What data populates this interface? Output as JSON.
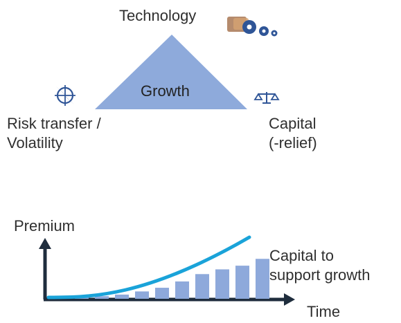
{
  "top_diagram": {
    "technology_label": "Technology",
    "growth_label": "Growth",
    "risk_label_line1": "Risk transfer /",
    "risk_label_line2": "Volatility",
    "capital_label_line1": "Capital",
    "capital_label_line2": "(-relief)"
  },
  "bottom_diagram": {
    "premium_label": "Premium",
    "capital_support_line1": "Capital to",
    "capital_support_line2": "support growth",
    "time_label": "Time",
    "bar_heights_normalized": [
      0.03,
      0.05,
      0.08,
      0.14,
      0.21,
      0.33,
      0.47,
      0.56,
      0.63,
      0.76
    ],
    "curve_shape": "quadratic"
  },
  "colors": {
    "triangle_fill": "#8eaadb",
    "bar_fill": "#8ea9db",
    "curve_stroke": "#1aa3d9",
    "axis_dark": "#1f2d3d",
    "icon_blue": "#2f5597"
  }
}
